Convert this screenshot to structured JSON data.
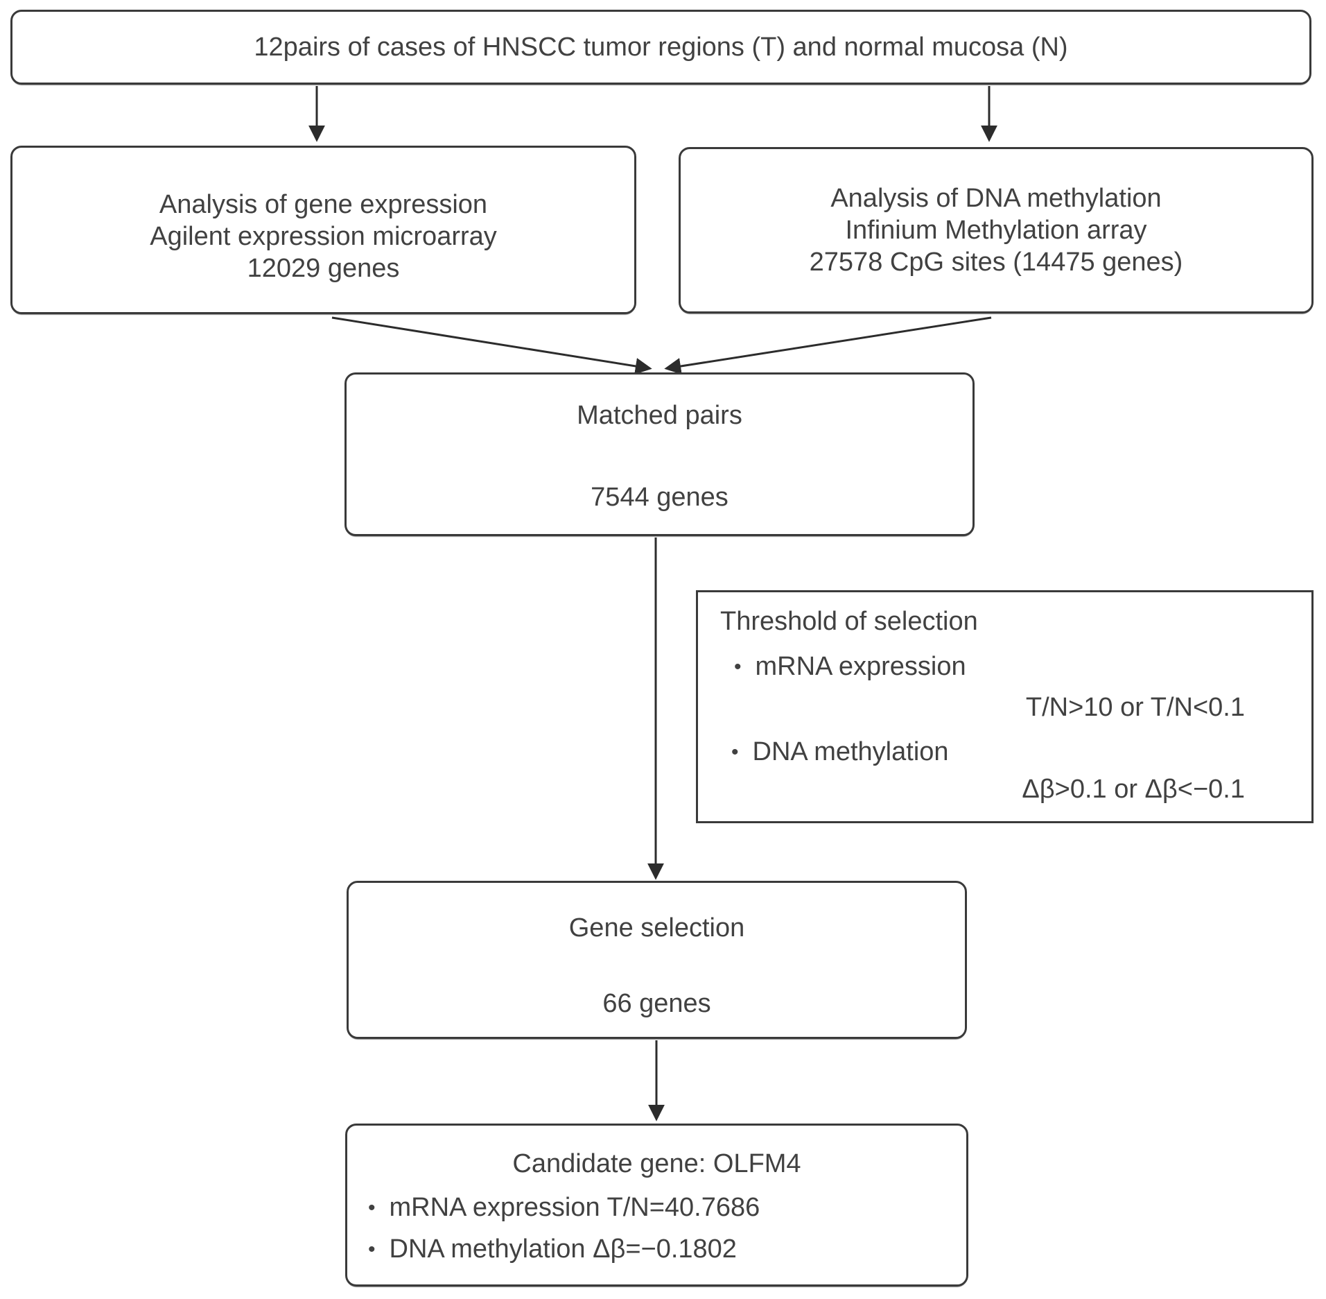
{
  "colors": {
    "background": "#ffffff",
    "box_border": "#3a3a3a",
    "text": "#414141",
    "arrow": "#2c2c2c"
  },
  "nodes": {
    "source": {
      "label": "12pairs of cases of HNSCC tumor regions (T) and normal mucosa (N)"
    },
    "expression": {
      "lines": [
        "Analysis of gene expression",
        "Agilent expression microarray",
        "12029 genes"
      ]
    },
    "methylation": {
      "lines": [
        "Analysis of DNA methylation",
        "Infinium Methylation array",
        "27578 CpG sites (14475 genes)"
      ]
    },
    "matched": {
      "title": "Matched pairs",
      "value": "7544 genes"
    },
    "threshold": {
      "title": "Threshold of selection",
      "bullet": "•",
      "items": [
        {
          "label": "mRNA expression",
          "criteria": "T/N>10 or T/N<0.1"
        },
        {
          "label": "DNA methylation",
          "criteria": "Δβ>0.1 or Δβ<−0.1"
        }
      ]
    },
    "selection": {
      "title": "Gene selection",
      "value": "66 genes"
    },
    "candidate": {
      "title": "Candidate gene: OLFM4",
      "bullet": "•",
      "items": [
        "mRNA expression T/N=40.7686",
        "DNA methylation Δβ=−0.1802"
      ]
    }
  }
}
